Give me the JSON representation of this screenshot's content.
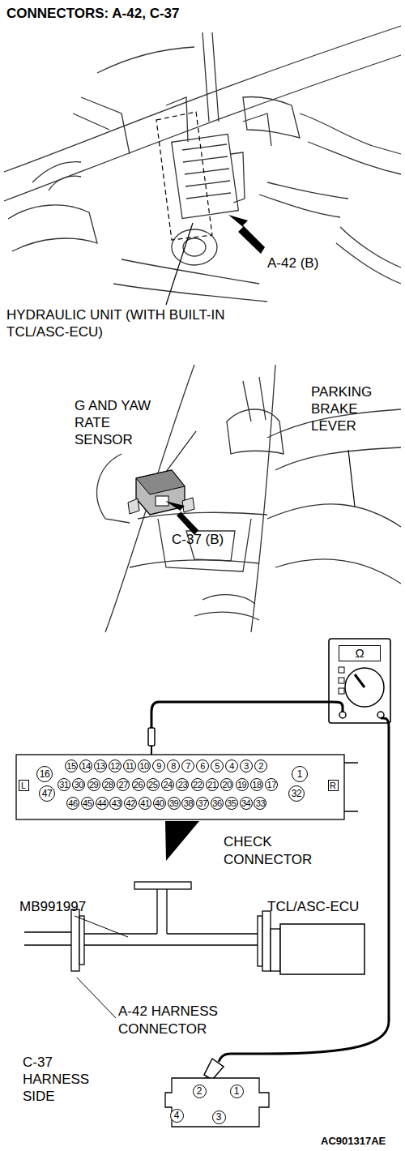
{
  "diagram": {
    "title": "CONNECTORS: A-42, C-37",
    "nodes": [
      {
        "text": [
          "Ω"
        ]
      }
    ],
    "labels": [
      "A-42 (B)",
      "HYDRAULIC UNIT (WITH BUILT-IN TCL/ASC-ECU)",
      "G AND YAW RATE SENSOR",
      "PARKING BRAKE LEVER",
      "C-37 (B)",
      "L",
      "R",
      "16",
      "47",
      "1",
      "32",
      "15",
      "14",
      "13",
      "12",
      "11",
      "10",
      "9",
      "8",
      "7",
      "6",
      "5",
      "4",
      "3",
      "2",
      "31",
      "30",
      "29",
      "28",
      "27",
      "26",
      "25",
      "24",
      "23",
      "22",
      "21",
      "20",
      "19",
      "18",
      "17",
      "46",
      "45",
      "44",
      "43",
      "42",
      "41",
      "40",
      "39",
      "38",
      "37",
      "36",
      "35",
      "34",
      "33",
      "CHECK CONNECTOR",
      "MB991997",
      "TCL/ASC-ECU",
      "A-42 HARNESS CONNECTOR",
      "C-37 HARNESS SIDE",
      "2",
      "1",
      "4",
      "3",
      "AC901317AE"
    ]
  }
}
